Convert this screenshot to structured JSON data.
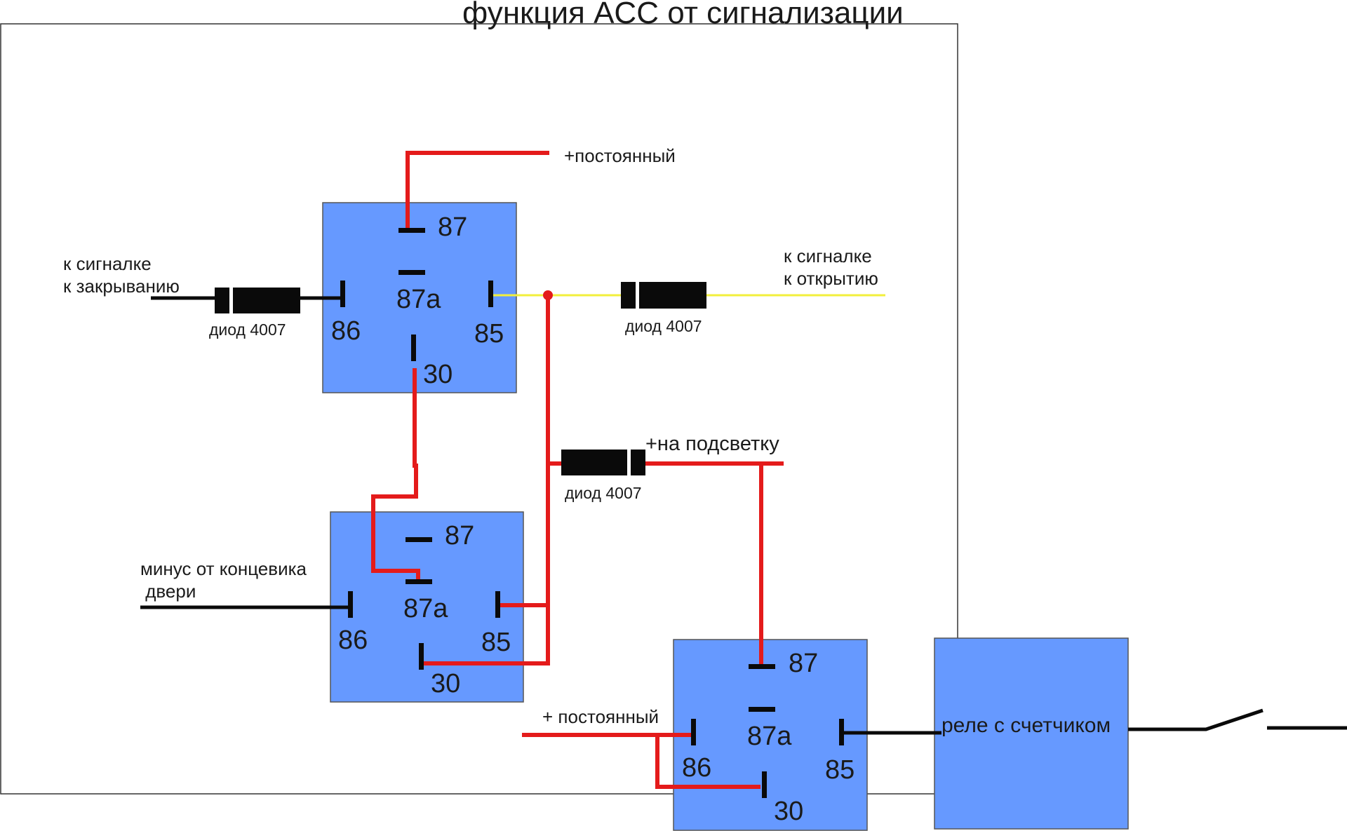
{
  "title": "функция ACC от сигнализации",
  "relays": [
    {
      "pins": {
        "p87": "87",
        "p87a": "87a",
        "p86": "86",
        "p85": "85",
        "p30": "30"
      }
    },
    {
      "pins": {
        "p87": "87",
        "p87a": "87a",
        "p86": "86",
        "p85": "85",
        "p30": "30"
      }
    },
    {
      "pins": {
        "p87": "87",
        "p87a": "87a",
        "p86": "86",
        "p85": "85",
        "p30": "30"
      }
    }
  ],
  "counter_relay": {
    "label": "реле с счетчиком"
  },
  "labels": {
    "constant_plus_top": "+постоянный",
    "to_alarm_lock_line1": "к сигналке",
    "to_alarm_lock_line2": "к закрыванию",
    "to_alarm_unlock_line1": "к сигналке",
    "to_alarm_unlock_line2": "к открытию",
    "backlight_plus": "+на подсветку",
    "door_switch_line1": "минус от концевика",
    "door_switch_line2": " двери",
    "constant_plus_bottom": "+ постоянный"
  },
  "diodes": [
    {
      "label": "диод 4007"
    },
    {
      "label": "диод 4007"
    },
    {
      "label": "диод 4007"
    }
  ],
  "colors": {
    "relay_fill": "#6699ff",
    "wire_power": "#e41b1b",
    "wire_signal": "#0a0a0a",
    "wire_alarm_unlock": "#f2ef3c"
  }
}
